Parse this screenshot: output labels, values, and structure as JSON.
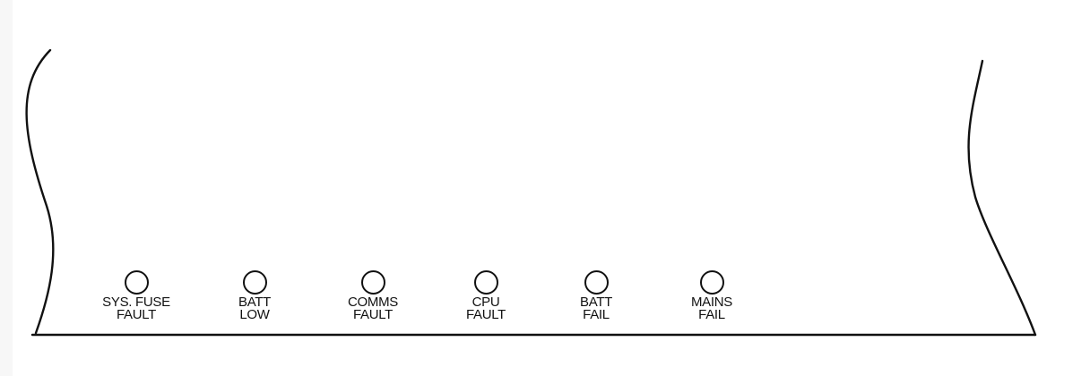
{
  "panel": {
    "indicators": [
      {
        "line1": "SYS. FUSE",
        "line2": "FAULT"
      },
      {
        "line1": "BATT",
        "line2": "LOW"
      },
      {
        "line1": "COMMS",
        "line2": "FAULT"
      },
      {
        "line1": "CPU",
        "line2": "FAULT"
      },
      {
        "line1": "BATT",
        "line2": "FAIL"
      },
      {
        "line1": "MAINS",
        "line2": "FAIL"
      }
    ]
  },
  "colors": {
    "line": "#111111",
    "background": "#ffffff"
  }
}
